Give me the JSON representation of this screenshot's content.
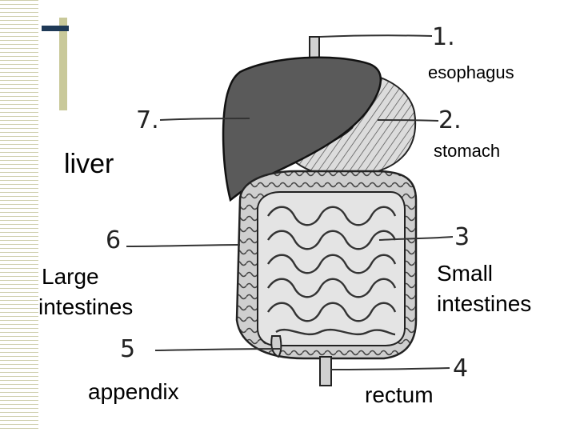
{
  "numbers": [
    "1.",
    "2.",
    "3",
    "4",
    "5",
    "6",
    "7."
  ],
  "labels": {
    "esophagus": "esophagus",
    "stomach": "stomach",
    "liver": "liver",
    "large_intestines_1": "Large",
    "large_intestines_2": "intestines",
    "small_intestines_1": "Small",
    "small_intestines_2": "intestines",
    "appendix": "appendix",
    "rectum": "rectum"
  },
  "colors": {
    "accent": "#c9c99a",
    "dash": "#1f3a57",
    "organ_dark": "#5a5a5a",
    "organ_light": "#d9d9d9"
  }
}
